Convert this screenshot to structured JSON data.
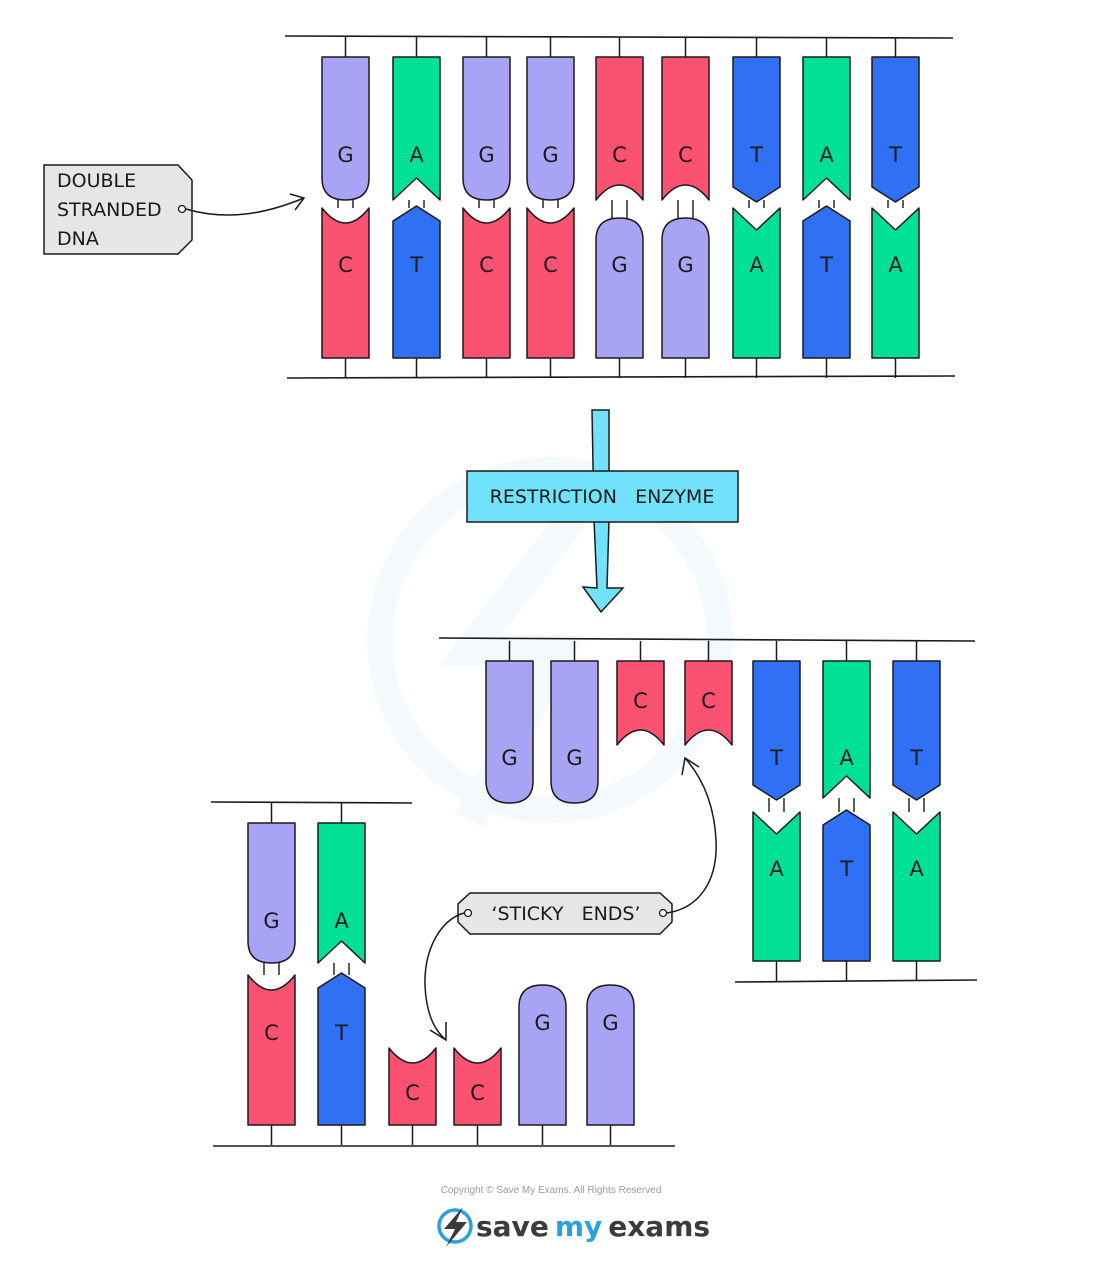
{
  "colors": {
    "G": "#a9a3f5",
    "C": "#fb5271",
    "A": "#00e096",
    "T": "#2f70f5",
    "enzyme": "#72e2fc",
    "tag": "#e6e6e6",
    "outline": "#1a1a1a",
    "brand_dark": "#3b3b3b",
    "brand_blue": "#2aa0e0"
  },
  "labels": {
    "double_stranded": [
      "DOUBLE",
      "STRANDED",
      "DNA"
    ],
    "enzyme": "RESTRICTION   ENZYME",
    "sticky_ends": "‘STICKY   ENDS’"
  },
  "intact": {
    "top": [
      "G",
      "A",
      "G",
      "G",
      "C",
      "C",
      "T",
      "A",
      "T"
    ],
    "bottom": [
      "C",
      "T",
      "C",
      "C",
      "G",
      "G",
      "A",
      "T",
      "A"
    ]
  },
  "fragment_right": {
    "top": [
      "G",
      "G",
      "C",
      "C",
      "T",
      "A",
      "T"
    ],
    "bottom": [
      "A",
      "T",
      "A"
    ]
  },
  "fragment_left": {
    "top": [
      "G",
      "A"
    ],
    "bottom": [
      "C",
      "T",
      "C",
      "C",
      "G",
      "G"
    ]
  },
  "footer": {
    "copyright": "Copyright © Save My Exams. All Rights Reserved",
    "brand_save": "save",
    "brand_my": "my",
    "brand_exams": "exams",
    "logo_icon": "lightning-bolt-icon"
  }
}
